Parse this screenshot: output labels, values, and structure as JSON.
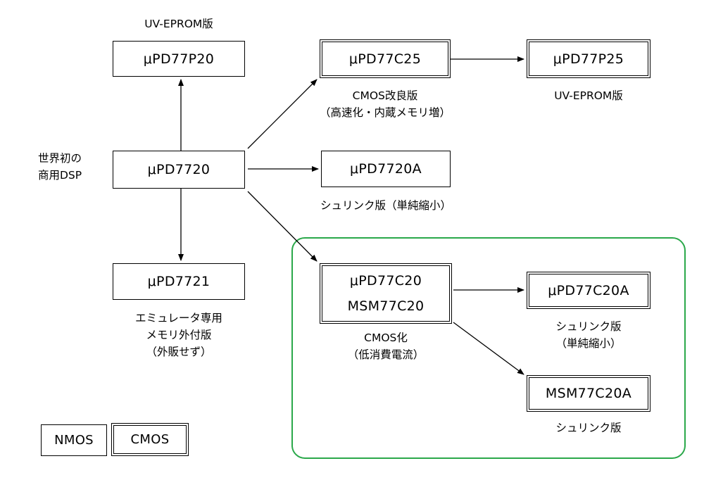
{
  "chips": {
    "upd77p20": "μPD77P20",
    "upd7720": "μPD7720",
    "upd7721": "μPD7721",
    "upd77c25": "μPD77C25",
    "upd77p25": "μPD77P25",
    "upd7720a": "μPD7720A",
    "upd77c20": "μPD77C20",
    "msm77c20": "MSM77C20",
    "upd77c20a": "μPD77C20A",
    "msm77c20a": "MSM77C20A"
  },
  "labels": {
    "upd77p20_top": "UV-EPROM版",
    "upd7720_left_1": "世界初の",
    "upd7720_left_2": "商用DSP",
    "upd77c25_1": "CMOS改良版",
    "upd77c25_2": "（高速化・内蔵メモリ増）",
    "upd77p25": "UV-EPROM版",
    "upd7720a": "シュリンク版（単純縮小）",
    "upd7721_1": "エミュレータ専用",
    "upd7721_2": "メモリ外付版",
    "upd7721_3": "（外販せず）",
    "upd77c20_1": "CMOS化",
    "upd77c20_2": "（低消費電流）",
    "upd77c20a_1": "シュリンク版",
    "upd77c20a_2": "（単純縮小）",
    "msm77c20a": "シュリンク版"
  },
  "legend": {
    "nmos": "NMOS",
    "cmos": "CMOS"
  },
  "colors": {
    "group_border": "#2aa84a",
    "line": "#000000"
  }
}
